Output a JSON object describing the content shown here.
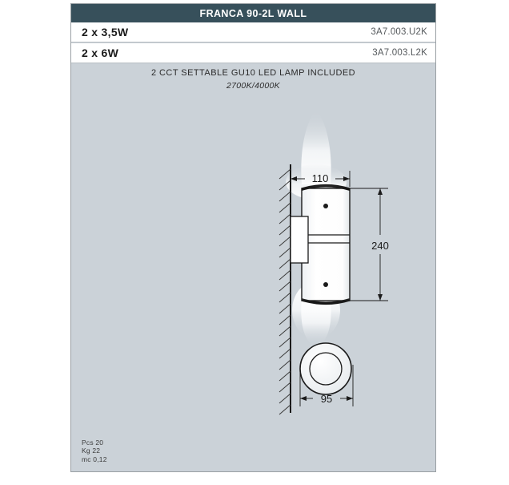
{
  "product": {
    "title": "FRANCA 90-2L WALL",
    "variants": [
      {
        "power": "2 x 3,5W",
        "code": "3A7.003.U2K"
      },
      {
        "power": "2 x 6W",
        "code": "3A7.003.L2K"
      }
    ],
    "lamp_note": "2 CCT SETTABLE GU10 LED LAMP INCLUDED",
    "color_temperature": "2700K/4000K"
  },
  "drawing": {
    "dimensions": {
      "width": "110",
      "height": "240",
      "depth": "95"
    }
  },
  "packing": {
    "pieces_label": "Pcs 20",
    "weight_label": "Kg 22",
    "volume_label": "mc  0,12"
  },
  "colors": {
    "titlebar": "#37505b",
    "panel": "#cbd2d8",
    "row": "#ffffff",
    "line": "#1b1b1b"
  }
}
